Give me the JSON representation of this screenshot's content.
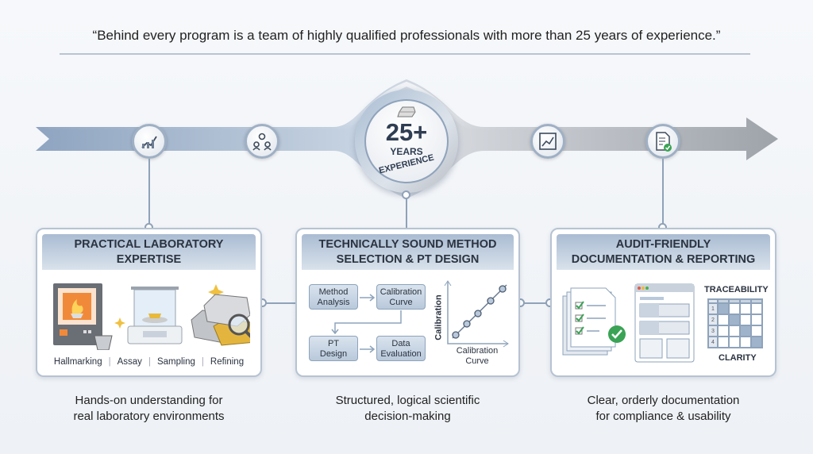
{
  "quote": "“Behind every program is a team of highly qualified professionals with more than 25 years of experience.”",
  "badge": {
    "number": "25+",
    "line1": "YEARS",
    "line2": "EXPERIENCE"
  },
  "timeline_icons": [
    "chart-icon",
    "team-icon",
    "workflow-icon",
    "document-check-icon"
  ],
  "panels": [
    {
      "title1": "PRACTICAL LABORATORY",
      "title2": "EXPERTISE",
      "tags": [
        "Hallmarking",
        "Assay",
        "Sampling",
        "Refining"
      ],
      "caption1": "Hands-on understanding for",
      "caption2": "real laboratory environments"
    },
    {
      "title1": "TECHNICALLY SOUND METHOD",
      "title2": "SELECTION & PT DESIGN",
      "flow": [
        {
          "l1": "Method",
          "l2": "Analysis"
        },
        {
          "l1": "Calibration",
          "l2": "Curve"
        },
        {
          "l1": "PT",
          "l2": "Design"
        },
        {
          "l1": "Data",
          "l2": "Evaluation"
        }
      ],
      "chart_ylabel": "Calibration",
      "chart_xlabel1": "Calibration",
      "chart_xlabel2": "Curve",
      "caption1": "Structured, logical scientific",
      "caption2": "decision-making"
    },
    {
      "title1": "AUDIT-FRIENDLY",
      "title2": "DOCUMENTATION & REPORTING",
      "matrix_title": "TRACEABILITY",
      "matrix_rows": [
        "1",
        "2",
        "3",
        "4"
      ],
      "matrix_footer": "CLARITY",
      "caption1": "Clear, orderly documentation",
      "caption2": "for compliance & usability"
    }
  ],
  "colors": {
    "accent": "#9fb0c5",
    "header": "#aabcd2",
    "check": "#3aa355",
    "gold": "#e0b33a"
  }
}
